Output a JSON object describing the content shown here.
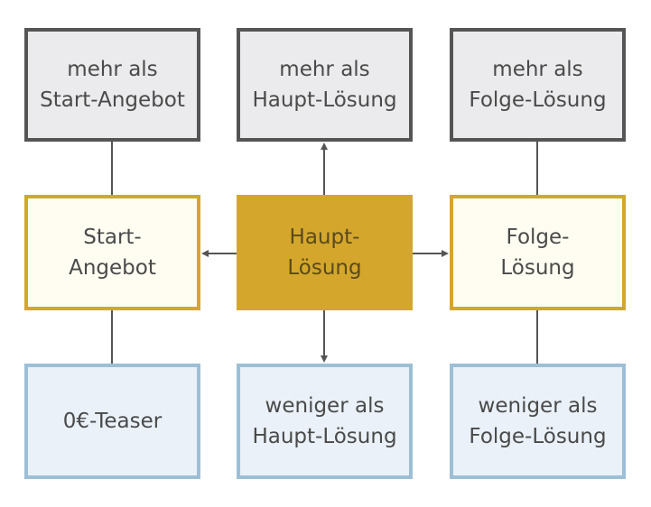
{
  "colors": {
    "gray_fill": "#ebebed",
    "gray_border": "#555555",
    "gold": "#d4a72c",
    "cream_fill": "#fffdf1",
    "blue_fill": "#eaf1f8",
    "blue_border": "#9cbfd6",
    "connector": "#555555",
    "text": "#4a4a4a"
  },
  "diagram": {
    "top_row": {
      "left": "mehr als\nStart-Angebot",
      "center": "mehr als\nHaupt-Lösung",
      "right": "mehr als\nFolge-Lösung"
    },
    "middle_row": {
      "left": "Start-\nAngebot",
      "center": "Haupt-\nLösung",
      "right": "Folge-\nLösung"
    },
    "bottom_row": {
      "left": "0€-Teaser",
      "center": "weniger als\nHaupt-Lösung",
      "right": "weniger als\nFolge-Lösung"
    }
  }
}
